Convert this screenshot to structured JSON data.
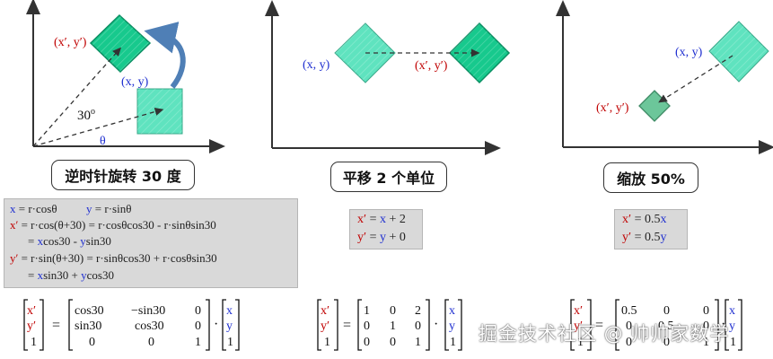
{
  "panels": {
    "rotate": {
      "caption": "逆时针旋转 30 度",
      "label_orig": "(x, y)",
      "label_new": "(x′, y′)",
      "angle_label": "30",
      "angle_sup": "o",
      "theta_label": "θ"
    },
    "translate": {
      "caption": "平移 2 个单位",
      "label_orig": "(x, y)",
      "label_new": "(x′, y′)"
    },
    "scale": {
      "caption": "缩放 50%",
      "label_orig": "(x, y)",
      "label_new": "(x′, y′)"
    }
  },
  "equations": {
    "rotate": {
      "l1_x": "x",
      "l1_x_rhs": " = r·cosθ",
      "l1_y": "y",
      "l1_y_rhs": " = r·sinθ",
      "l2_xp": "x′",
      "l2_rhs": " = r·cos(θ+30) = r·cosθcos30 - r·sinθsin30",
      "l3_eq": "= ",
      "l3_x": "x",
      "l3_mid": "cos30 - ",
      "l3_y": "y",
      "l3_end": "sin30",
      "l4_yp": "y′",
      "l4_rhs": " = r·sin(θ+30) = r·sinθcos30 + r·cosθsin30",
      "l5_eq": "= ",
      "l5_x": "x",
      "l5_mid": "sin30 + ",
      "l5_y": "y",
      "l5_end": "cos30"
    },
    "translate": {
      "l1_lhs": "x′",
      "l1_eq": " = ",
      "l1_var": "x",
      "l1_rest": " + 2",
      "l2_lhs": "y′",
      "l2_eq": " = ",
      "l2_var": "y",
      "l2_rest": " + 0"
    },
    "scale": {
      "l1_lhs": "x′",
      "l1_eq": " = 0.5",
      "l1_var": "x",
      "l2_lhs": "y′",
      "l2_eq": " = 0.5",
      "l2_var": "y"
    }
  },
  "matrices": {
    "vec_out": [
      "x′",
      "y′",
      "1"
    ],
    "vec_in": [
      "x",
      "y",
      "1"
    ],
    "equals": "=",
    "dot": "·",
    "rotate": [
      [
        "cos30",
        "−sin30",
        "0"
      ],
      [
        "sin30",
        "cos30",
        "0"
      ],
      [
        "0",
        "0",
        "1"
      ]
    ],
    "translate": [
      [
        "1",
        "0",
        "2"
      ],
      [
        "0",
        "1",
        "0"
      ],
      [
        "0",
        "0",
        "1"
      ]
    ],
    "scale": [
      [
        "0.5",
        "0",
        "0"
      ],
      [
        "0",
        "0.5",
        "0"
      ],
      [
        "0",
        "0",
        "1"
      ]
    ]
  },
  "watermark": "掘金技术社区 @ 帅帅家数学",
  "colors": {
    "square_fill": "#5fe3bf",
    "rotated_fill": "#17c98d",
    "scaled_fill": "#6cc69a",
    "axis": "#333333",
    "arc_arrow": "#4f7fb6",
    "label_blue": "#1f2fd0",
    "label_red": "#c00000"
  }
}
